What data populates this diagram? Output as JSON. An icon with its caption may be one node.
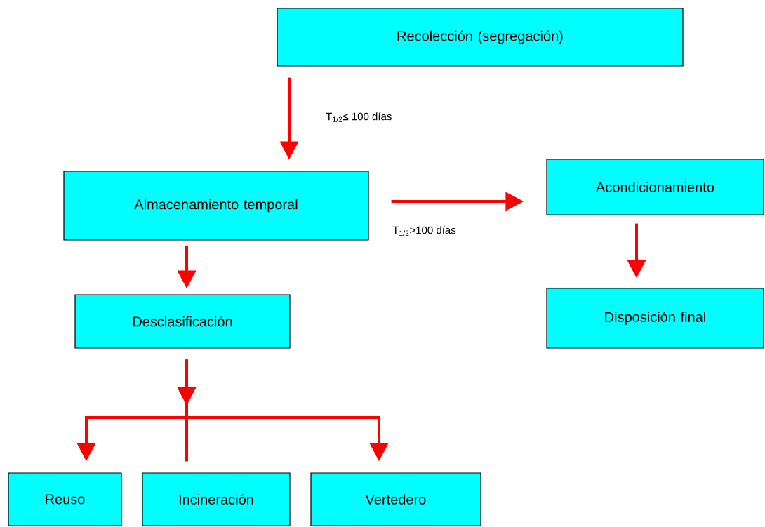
{
  "diagram": {
    "nodes": [
      {
        "text": [
          "Recolección (segregación)"
        ]
      },
      {
        "text": [
          "Almacenamiento temporal"
        ]
      },
      {
        "text": [
          "Acondicionamiento"
        ]
      },
      {
        "text": [
          "Desclasificación"
        ]
      },
      {
        "text": [
          "Disposición final"
        ]
      },
      {
        "text": [
          "Reuso"
        ]
      },
      {
        "text": [
          "Incineración"
        ]
      },
      {
        "text": [
          "Vertedero"
        ]
      }
    ],
    "edges": [
      {
        "from": 0,
        "to": 1,
        "arrow": "to",
        "label": "T$_{1/2}$≤ 100 días"
      },
      {
        "from": 1,
        "to": 2,
        "arrow": "to",
        "label": "T$_{1/2}$>100 días"
      },
      {
        "from": 1,
        "to": 3,
        "arrow": "to"
      },
      {
        "from": 2,
        "to": 4,
        "arrow": "to"
      },
      {
        "from": 3,
        "to": 5,
        "arrow": "to"
      },
      {
        "from": 3,
        "to": 6,
        "arrow": "to"
      },
      {
        "from": 3,
        "to": 7,
        "arrow": "to"
      }
    ]
  }
}
